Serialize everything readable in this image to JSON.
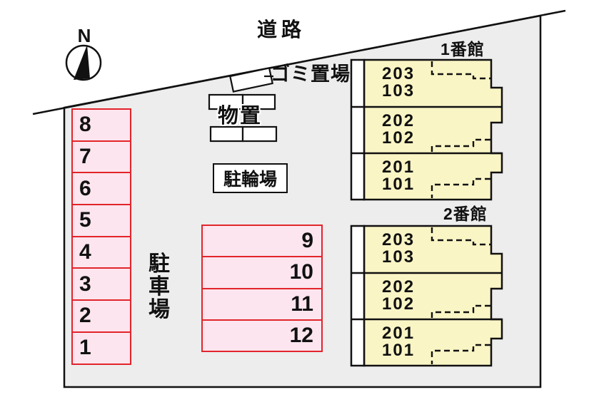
{
  "labels": {
    "road": "道路",
    "north": "N",
    "garbage_area": "ゴミ置場",
    "storage": "物置",
    "bicycle_parking": "駐輪場",
    "parking_lot": "駐車場"
  },
  "parking_spaces": {
    "left_column": [
      "8",
      "7",
      "6",
      "5",
      "4",
      "3",
      "2",
      "1"
    ],
    "middle_block": [
      "9",
      "10",
      "11",
      "12"
    ]
  },
  "buildings": [
    {
      "name": "1番館",
      "units": [
        {
          "upper": "203",
          "lower": "103"
        },
        {
          "upper": "202",
          "lower": "102"
        },
        {
          "upper": "201",
          "lower": "101"
        }
      ]
    },
    {
      "name": "2番館",
      "units": [
        {
          "upper": "203",
          "lower": "103"
        },
        {
          "upper": "202",
          "lower": "102"
        },
        {
          "upper": "201",
          "lower": "101"
        }
      ]
    }
  ],
  "colors": {
    "site_fill": "#ededed",
    "parking_fill": "#fce5ee",
    "parking_border": "#e3242b",
    "building_fill": "#faf5c5",
    "line": "#111111"
  }
}
